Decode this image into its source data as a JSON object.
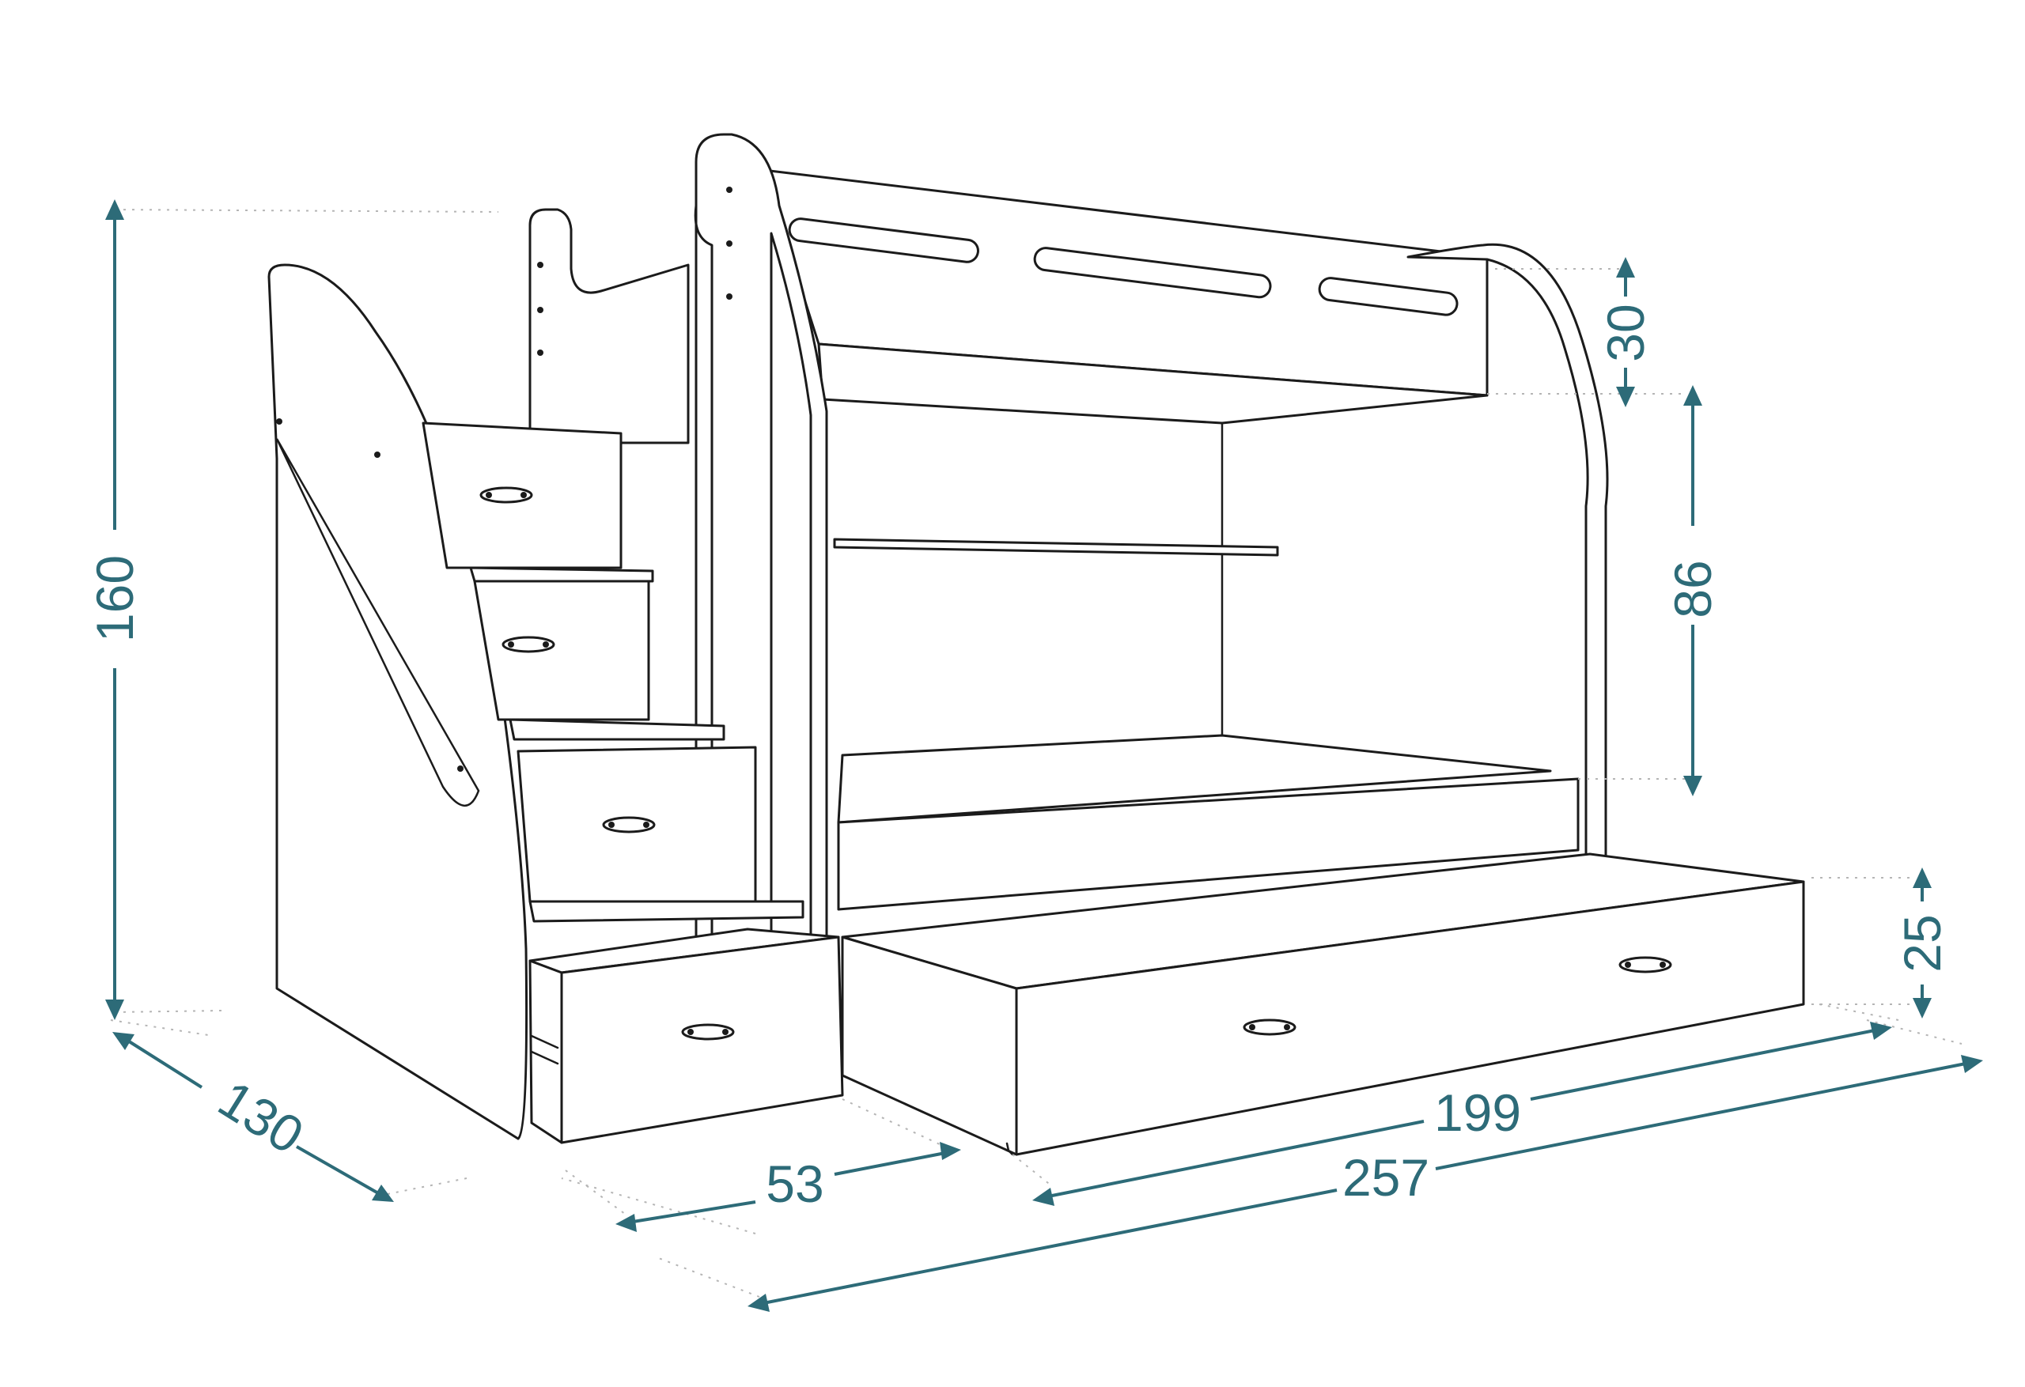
{
  "dimension_color": "#2d6b78",
  "line_color": "#1b1b1b",
  "guide_color": "#b5b5b5",
  "dimensions": {
    "height_total": "160",
    "depth": "130",
    "drawer_depth": "53",
    "trundle_length": "199",
    "total_length": "257",
    "top_rail": "30",
    "bunk_gap": "86",
    "trundle_height": "25"
  }
}
